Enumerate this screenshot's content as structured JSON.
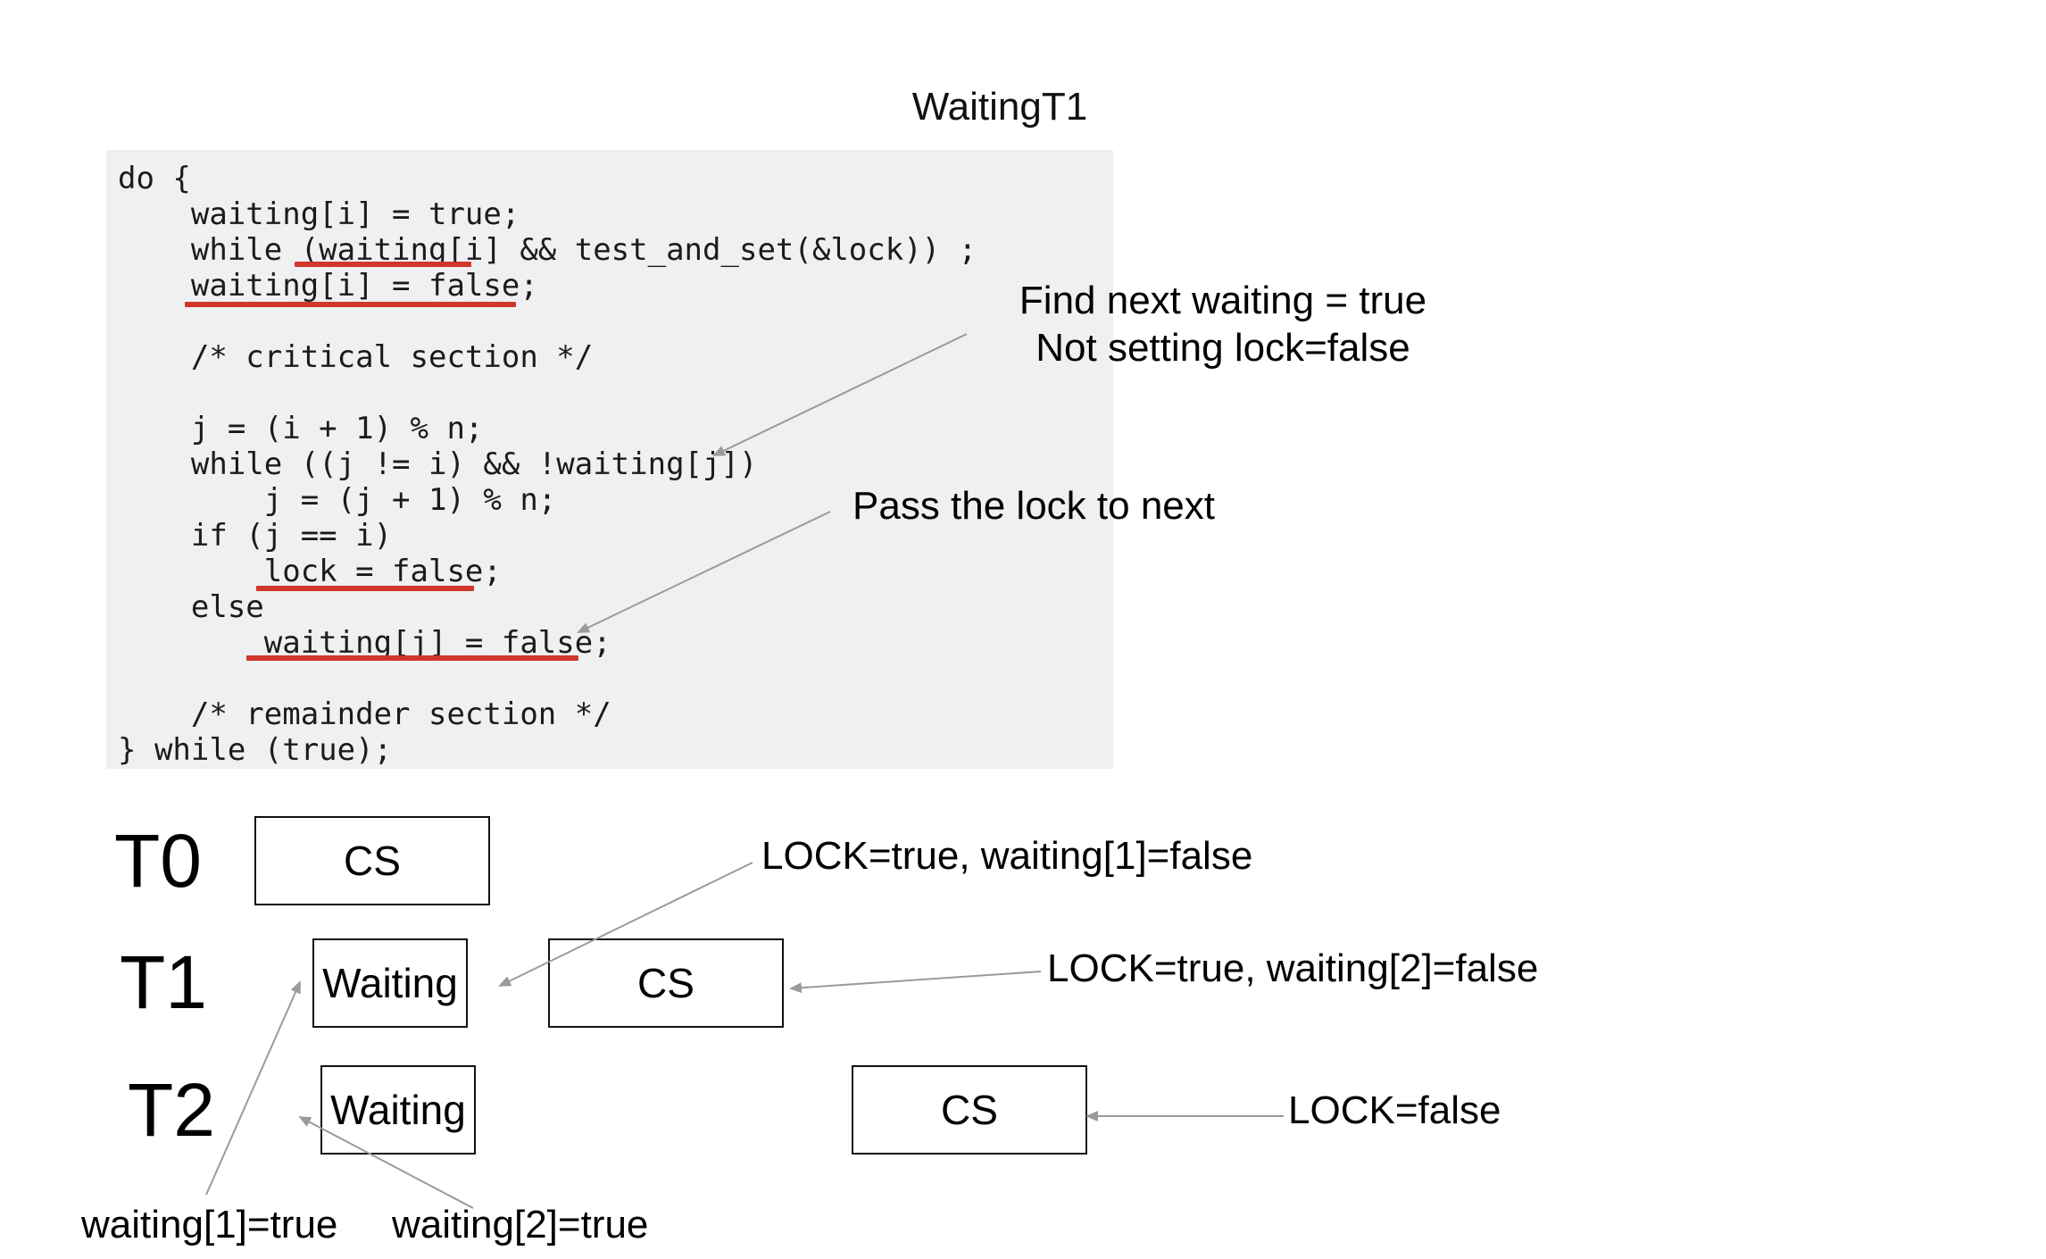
{
  "title": "WaitingT1",
  "code": {
    "lines": [
      "do {",
      "    waiting[i] = true;",
      "    while (waiting[i] && test_and_set(&lock)) ;",
      "    waiting[i] = false;",
      "",
      "    /* critical section */",
      "",
      "    j = (i + 1) % n;",
      "    while ((j != i) && !waiting[j])",
      "        j = (j + 1) % n;",
      "    if (j == i)",
      "        lock = false;",
      "    else",
      "        waiting[j] = false;",
      "",
      "    /* remainder section */",
      "} while (true);"
    ]
  },
  "annotations": {
    "find_next": "Find next waiting = true\nNot setting lock=false",
    "pass_lock": "Pass the lock to next"
  },
  "timeline": {
    "threads": [
      "T0",
      "T1",
      "T2"
    ],
    "t0_cs": "CS",
    "t1_waiting": "Waiting",
    "t1_cs": "CS",
    "t2_waiting": "Waiting",
    "t2_cs": "CS"
  },
  "labels": {
    "lock_w1": "LOCK=true, waiting[1]=false",
    "lock_w2": "LOCK=true, waiting[2]=false",
    "lock_false": "LOCK=false",
    "waiting1_true": "waiting[1]=true",
    "waiting2_true": "waiting[2]=true"
  },
  "colors": {
    "underline": "#d0362a",
    "code_background": "#eef0f2",
    "arrow": "#9a9a9a"
  }
}
